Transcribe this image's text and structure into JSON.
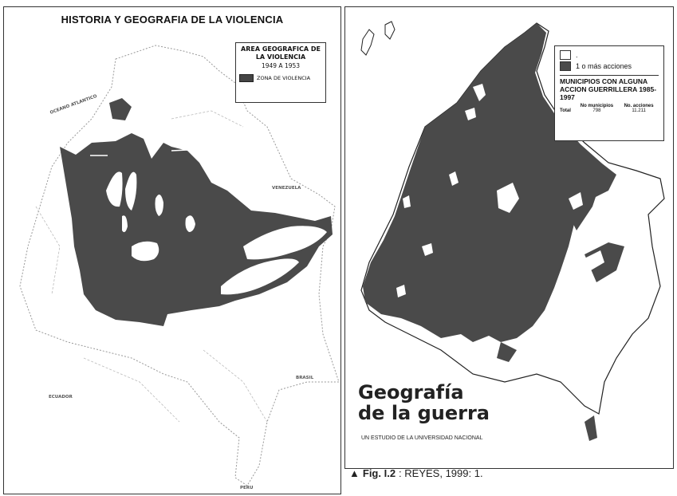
{
  "left_map": {
    "title": "HISTORIA Y GEOGRAFIA DE LA VIOLENCIA",
    "legend": {
      "title": "AREA GEOGRAFICA DE LA VIOLENCIA",
      "years": "1949 A 1953",
      "zone_label": "ZONA DE VIOLENCIA"
    },
    "faded_labels": [
      "OCEANO ATLANTICO",
      "VENEZUELA",
      "BRASIL",
      "ECUADOR",
      "PERU"
    ]
  },
  "right_map": {
    "legend": {
      "item_empty": ".",
      "item_dark": "1  o  más acciones",
      "title": "MUNICIPIOS CON ALGUNA ACCION GUERRILLERA 1985-1997",
      "col1_header": "No municipios",
      "col2_header": "No. acciones",
      "row_label": "Total",
      "municipios": "798",
      "acciones": "11.211"
    },
    "headline_line1": "Geografía",
    "headline_line2": "de la guerra",
    "subtitle": "UN ESTUDIO DE LA UNIVERSIDAD NACIONAL"
  },
  "caption": {
    "triangle": "▲",
    "fig": "Fig. I.2",
    "source": ": REYES, 1999: 1."
  },
  "colors": {
    "zone": "#4a4a4a",
    "outline": "#222222"
  }
}
